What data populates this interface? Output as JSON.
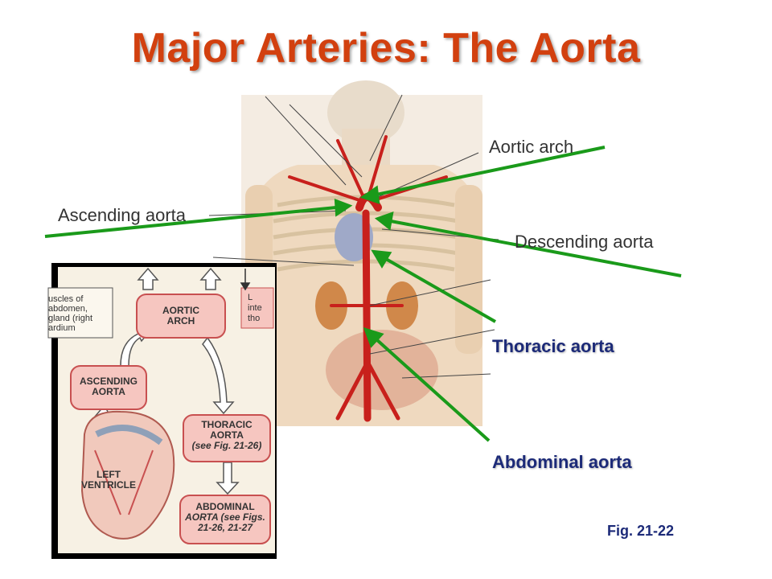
{
  "slide": {
    "title": "Major Arteries:  The Aorta",
    "figure_ref": "Fig. 21-22"
  },
  "callouts": {
    "thoracic": "Thoracic aorta",
    "abdominal": "Abdominal aorta"
  },
  "illustration_labels": {
    "aortic_arch": "Aortic arch",
    "ascending_aorta": "Ascending aorta",
    "descending_aorta": "Descending aorta"
  },
  "flowchart": {
    "muscles_note": [
      "uscles of",
      "abdomen,",
      "gland (right",
      "ardium"
    ],
    "right_note": [
      "L",
      "inte",
      "tho"
    ],
    "aortic_arch": [
      "AORTIC",
      "ARCH"
    ],
    "ascending_aorta": [
      "ASCENDING",
      "AORTA"
    ],
    "thoracic_aorta": [
      "THORACIC",
      "AORTA",
      "(see Fig. 21-26)"
    ],
    "abdominal_aorta": [
      "ABDOMINAL",
      "AORTA (see Figs.",
      "21-26, 21-27"
    ],
    "left_ventricle": [
      "LEFT",
      "VENTRICLE"
    ]
  },
  "colors": {
    "title": "#d2400f",
    "caption": "#1c2a78",
    "arrow": "#1a9a1a",
    "artery": "#c8201c",
    "box_fill": "#f6c6c0",
    "box_stroke": "#c85050"
  }
}
